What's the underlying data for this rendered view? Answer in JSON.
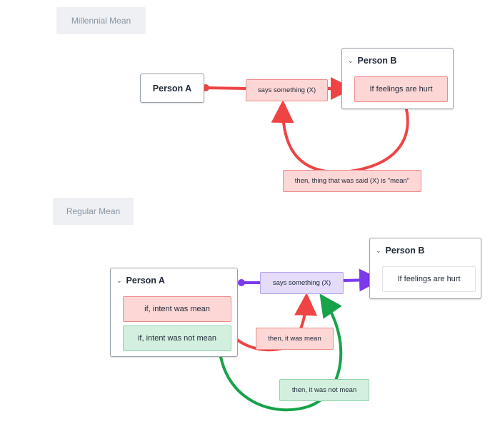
{
  "top": {
    "section_label": "Millennial Mean",
    "person_a": "Person A",
    "person_b": "Person B",
    "feelings": "If feelings are hurt",
    "says": "says something (X)",
    "then_mean": "then, thing that was said (X) is \"mean\""
  },
  "bottom": {
    "section_label": "Regular Mean",
    "person_a": "Person A",
    "intent_mean": "if, intent was mean",
    "intent_not_mean": "if, intent was not mean",
    "says": "says something (X)",
    "person_b": "Person B",
    "feelings": "If feelings are hurt",
    "then_mean": "then, it was mean",
    "then_not_mean": "then, it was not mean"
  },
  "colors": {
    "red": "#ef4444",
    "green": "#16a34a",
    "purple": "#7c3aed"
  },
  "icons": {
    "collapse": "chevron-down-icon"
  }
}
